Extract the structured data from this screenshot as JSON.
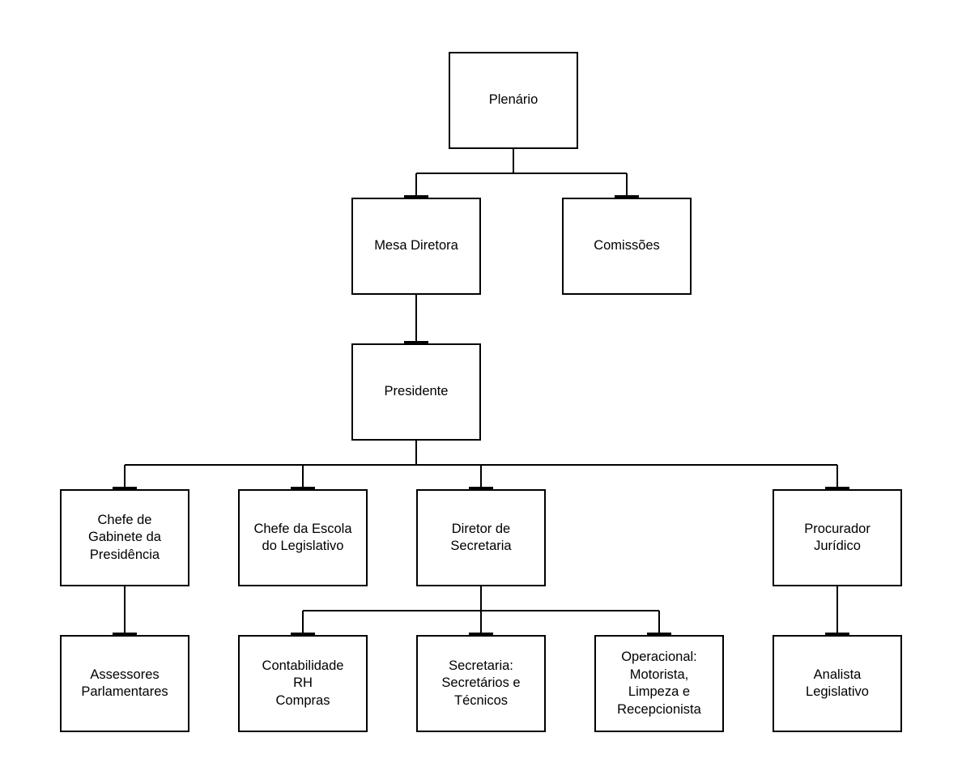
{
  "diagram": {
    "nodes": [
      {
        "id": "plenario",
        "label": "Plenário"
      },
      {
        "id": "mesa_diretora",
        "label": "Mesa Diretora"
      },
      {
        "id": "comissoes",
        "label": "Comissões"
      },
      {
        "id": "presidente",
        "label": "Presidente"
      },
      {
        "id": "chefe_gabinete",
        "label": "Chefe de\nGabinete da\nPresidência"
      },
      {
        "id": "chefe_escola",
        "label": "Chefe da Escola\ndo Legislativo"
      },
      {
        "id": "diretor_secretaria",
        "label": "Diretor de\nSecretaria"
      },
      {
        "id": "procurador",
        "label": "Procurador\nJurídico"
      },
      {
        "id": "assessores",
        "label": "Assessores\nParlamentares"
      },
      {
        "id": "contabilidade",
        "label": "Contabilidade\nRH\nCompras"
      },
      {
        "id": "secretaria",
        "label": "Secretaria:\nSecretários e\nTécnicos"
      },
      {
        "id": "operacional",
        "label": "Operacional:\nMotorista,\nLimpeza e\nRecepcionista"
      },
      {
        "id": "analista",
        "label": "Analista\nLegislativo"
      }
    ],
    "edges": [
      {
        "from": "plenario",
        "to": "mesa_diretora"
      },
      {
        "from": "plenario",
        "to": "comissoes"
      },
      {
        "from": "mesa_diretora",
        "to": "presidente"
      },
      {
        "from": "presidente",
        "to": "chefe_gabinete"
      },
      {
        "from": "presidente",
        "to": "chefe_escola"
      },
      {
        "from": "presidente",
        "to": "diretor_secretaria"
      },
      {
        "from": "presidente",
        "to": "procurador"
      },
      {
        "from": "chefe_gabinete",
        "to": "assessores"
      },
      {
        "from": "diretor_secretaria",
        "to": "contabilidade"
      },
      {
        "from": "diretor_secretaria",
        "to": "secretaria"
      },
      {
        "from": "diretor_secretaria",
        "to": "operacional"
      },
      {
        "from": "procurador",
        "to": "analista"
      }
    ]
  }
}
